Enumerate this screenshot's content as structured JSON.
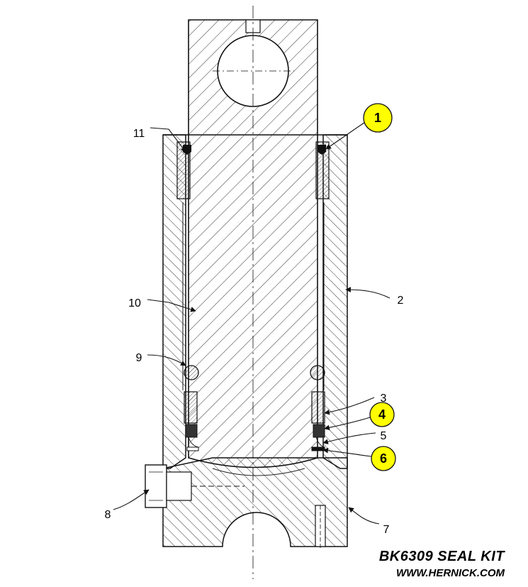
{
  "diagram": {
    "title": "BK6309 SEAL KIT",
    "website": "WWW.HERNICK.COM",
    "callouts": [
      {
        "id": "1",
        "label": "1",
        "highlighted": true
      },
      {
        "id": "2",
        "label": "2",
        "highlighted": false
      },
      {
        "id": "3",
        "label": "3",
        "highlighted": false
      },
      {
        "id": "4",
        "label": "4",
        "highlighted": true
      },
      {
        "id": "5",
        "label": "5",
        "highlighted": false
      },
      {
        "id": "6",
        "label": "6",
        "highlighted": true
      },
      {
        "id": "7",
        "label": "7",
        "highlighted": false
      },
      {
        "id": "8",
        "label": "8",
        "highlighted": false
      },
      {
        "id": "9",
        "label": "9",
        "highlighted": false
      },
      {
        "id": "10",
        "label": "10",
        "highlighted": false
      },
      {
        "id": "11",
        "label": "11",
        "highlighted": false
      }
    ],
    "colors": {
      "highlight_fill": "#ffff00",
      "line": "#111111",
      "background": "#ffffff"
    }
  }
}
